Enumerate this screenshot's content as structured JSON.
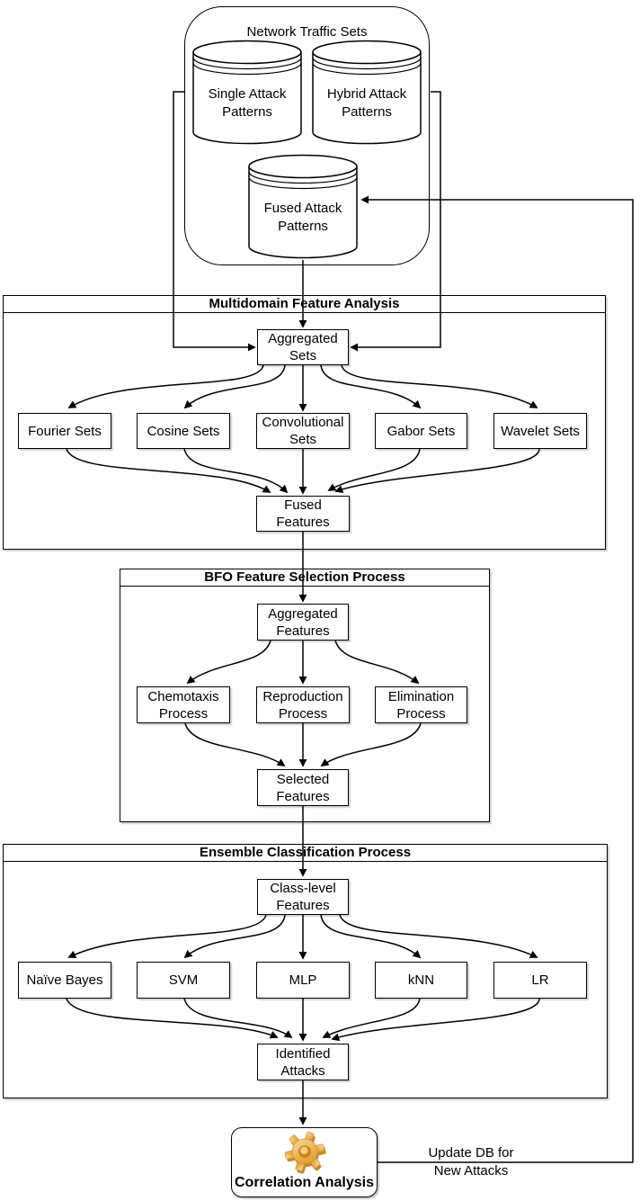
{
  "top": {
    "title": "Network Traffic Sets",
    "cyl_single": "Single Attack\nPatterns",
    "cyl_hybrid": "Hybrid Attack\nPatterns",
    "cyl_fused": "Fused Attack\nPatterns"
  },
  "multidomain": {
    "title": "Multidomain Feature Analysis",
    "aggregated": "Aggregated\nSets",
    "fourier": "Fourier Sets",
    "cosine": "Cosine Sets",
    "convolutional": "Convolutional\nSets",
    "gabor": "Gabor Sets",
    "wavelet": "Wavelet Sets",
    "fused": "Fused\nFeatures"
  },
  "bfo": {
    "title": "BFO Feature Selection Process",
    "aggregated": "Aggregated\nFeatures",
    "chemotaxis": "Chemotaxis\nProcess",
    "reproduction": "Reproduction\nProcess",
    "elimination": "Elimination\nProcess",
    "selected": "Selected\nFeatures"
  },
  "ensemble": {
    "title": "Ensemble Classification Process",
    "class_level": "Class-level\nFeatures",
    "naive_bayes": "Naïve Bayes",
    "svm": "SVM",
    "mlp": "MLP",
    "knn": "kNN",
    "lr": "LR",
    "identified": "Identified\nAttacks"
  },
  "output": {
    "label": "Correlation Analysis",
    "icon": "gear-icon"
  },
  "feedback": {
    "label": "Update DB for\nNew Attacks"
  },
  "colors": {
    "stroke": "#000000",
    "gear_primary": "#EDB14C",
    "gear_highlight": "#F7DFA8",
    "gear_shadow": "#C98C28"
  }
}
